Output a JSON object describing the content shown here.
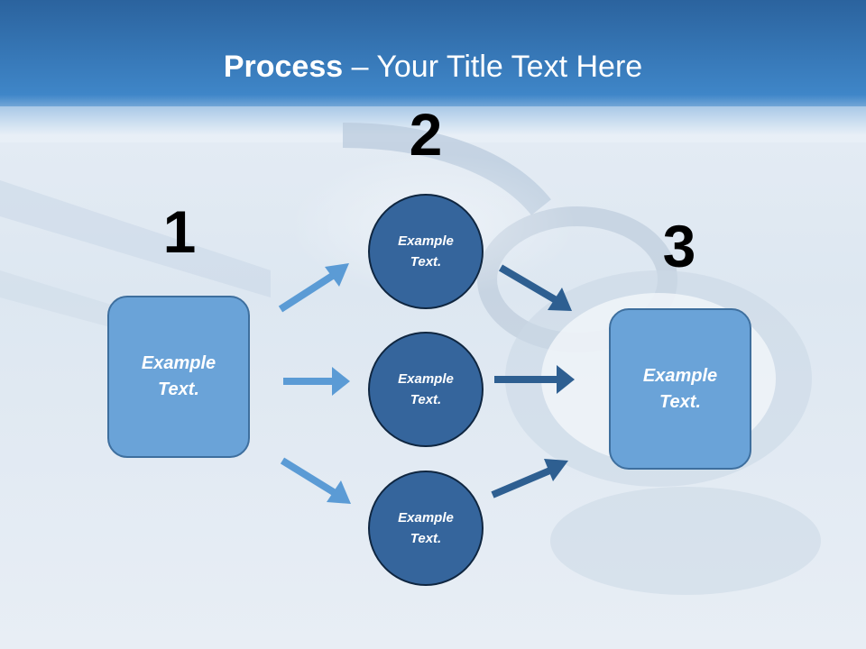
{
  "title": {
    "bold": "Process",
    "rest": " – Your Title Text Here"
  },
  "steps": {
    "one": "1",
    "two": "2",
    "three": "3"
  },
  "nodes": {
    "left_box": "Example Text.",
    "circle_top": "Example Text.",
    "circle_mid": "Example Text.",
    "circle_bottom": "Example Text.",
    "right_box": "Example Text."
  },
  "colors": {
    "header_blue": "#2f6fae",
    "box_fill": "#6aa3d8",
    "circle_fill": "#35659c",
    "arrow_light": "#5b9bd5",
    "arrow_dark": "#2e5f91"
  }
}
